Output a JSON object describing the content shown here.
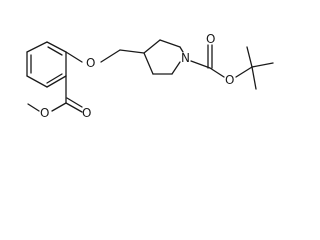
{
  "molecule": {
    "atoms": {
      "ether_oxygen": "O",
      "ester_carbonyl_oxygen": "O",
      "ester_methoxy_oxygen": "O",
      "piperidine_nitrogen": "N",
      "carbamate_carbonyl_oxygen": "O",
      "carbamate_ester_oxygen": "O"
    }
  }
}
